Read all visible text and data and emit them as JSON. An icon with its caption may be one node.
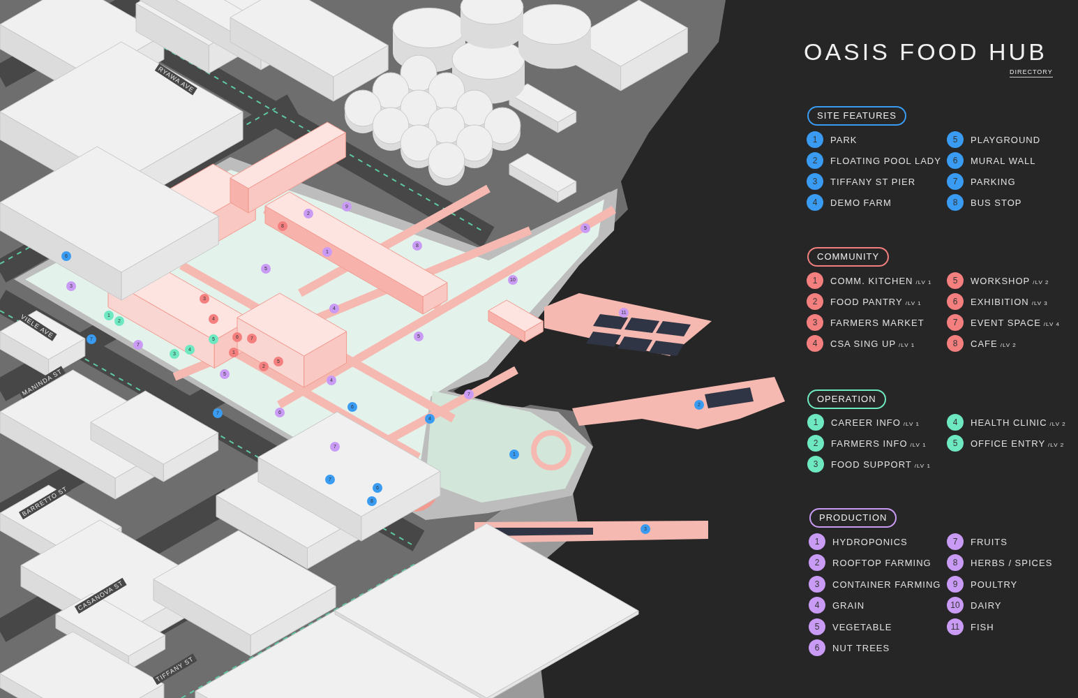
{
  "diagram": {
    "title": "OASIS FOOD HUB",
    "nodes": [
      {
        "text": [
          "9"
        ]
      },
      {
        "text": [
          "2"
        ]
      },
      {
        "text": [
          "8"
        ]
      },
      {
        "text": [
          "5"
        ]
      },
      {
        "text": [
          "8"
        ]
      },
      {
        "text": [
          "1"
        ]
      },
      {
        "text": [
          "6"
        ]
      },
      {
        "text": [
          "5"
        ]
      },
      {
        "text": [
          "10"
        ]
      },
      {
        "text": [
          "3"
        ]
      },
      {
        "text": [
          "3"
        ]
      },
      {
        "text": [
          "4"
        ]
      },
      {
        "text": [
          "11"
        ]
      },
      {
        "text": [
          "1"
        ]
      },
      {
        "text": [
          "4"
        ]
      },
      {
        "text": [
          "2"
        ]
      },
      {
        "text": [
          "5"
        ]
      },
      {
        "text": [
          "6"
        ]
      },
      {
        "text": [
          "7"
        ]
      },
      {
        "text": [
          "5"
        ]
      },
      {
        "text": [
          "7"
        ]
      },
      {
        "text": [
          "7"
        ]
      },
      {
        "text": [
          "4"
        ]
      },
      {
        "text": [
          "1"
        ]
      },
      {
        "text": [
          "3"
        ]
      },
      {
        "text": [
          "5"
        ]
      },
      {
        "text": [
          "2"
        ]
      },
      {
        "text": [
          "5"
        ]
      },
      {
        "text": [
          "4"
        ]
      },
      {
        "text": [
          "7"
        ]
      },
      {
        "text": [
          "2"
        ]
      },
      {
        "text": [
          "6"
        ]
      },
      {
        "text": [
          "6"
        ]
      },
      {
        "text": [
          "7"
        ]
      },
      {
        "text": [
          "4"
        ]
      },
      {
        "text": [
          "7"
        ]
      },
      {
        "text": [
          "1"
        ]
      },
      {
        "text": [
          "7"
        ]
      },
      {
        "text": [
          "6"
        ]
      },
      {
        "text": [
          "8"
        ]
      },
      {
        "text": [
          "3"
        ]
      },
      {
        "text": [
          "SITE FEATURES"
        ]
      },
      {
        "text": [
          "1"
        ],
        "beside": [
          "PARK"
        ]
      },
      {
        "text": [
          "2"
        ],
        "beside": [
          "FLOATING POOL LADY"
        ]
      },
      {
        "text": [
          "3"
        ],
        "beside": [
          "TIFFANY ST PIER"
        ]
      },
      {
        "text": [
          "4"
        ],
        "beside": [
          "DEMO FARM"
        ]
      },
      {
        "text": [
          "5"
        ],
        "beside": [
          "PLAYGROUND"
        ]
      },
      {
        "text": [
          "6"
        ],
        "beside": [
          "MURAL WALL"
        ]
      },
      {
        "text": [
          "7"
        ],
        "beside": [
          "PARKING"
        ]
      },
      {
        "text": [
          "8"
        ],
        "beside": [
          "BUS STOP"
        ]
      },
      {
        "text": [
          "COMMUNITY"
        ]
      },
      {
        "text": [
          "1"
        ],
        "beside": [
          "COMM. KITCHEN",
          "/LV 1"
        ]
      },
      {
        "text": [
          "2"
        ],
        "beside": [
          "FOOD PANTRY",
          "/LV 1"
        ]
      },
      {
        "text": [
          "3"
        ],
        "beside": [
          "FARMERS MARKET"
        ]
      },
      {
        "text": [
          "4"
        ],
        "beside": [
          "CSA SING UP",
          "/LV 1"
        ]
      },
      {
        "text": [
          "5"
        ],
        "beside": [
          "WORKSHOP",
          "/LV 2"
        ]
      },
      {
        "text": [
          "6"
        ],
        "beside": [
          "EXHIBITION",
          "/LV 3"
        ]
      },
      {
        "text": [
          "7"
        ],
        "beside": [
          "EVENT SPACE",
          "/LV 4"
        ]
      },
      {
        "text": [
          "8"
        ],
        "beside": [
          "CAFE",
          "/LV 2"
        ]
      },
      {
        "text": [
          "OPERATION"
        ]
      },
      {
        "text": [
          "1"
        ],
        "beside": [
          "CAREER INFO",
          "/LV 1"
        ]
      },
      {
        "text": [
          "2"
        ],
        "beside": [
          "FARMERS INFO",
          "/LV 1"
        ]
      },
      {
        "text": [
          "3"
        ],
        "beside": [
          "FOOD SUPPORT",
          "/LV 1"
        ]
      },
      {
        "text": [
          "4"
        ],
        "beside": [
          "HEALTH CLINIC",
          "/LV 2"
        ]
      },
      {
        "text": [
          "5"
        ],
        "beside": [
          "OFFICE ENTRY",
          "/LV 2"
        ]
      },
      {
        "text": [
          "PRODUCTION"
        ]
      },
      {
        "text": [
          "1"
        ],
        "beside": [
          "HYDROPONICS"
        ]
      },
      {
        "text": [
          "2"
        ],
        "beside": [
          "ROOFTOP FARMING"
        ]
      },
      {
        "text": [
          "3"
        ],
        "beside": [
          "CONTAINER FARMING"
        ]
      },
      {
        "text": [
          "4"
        ],
        "beside": [
          "GRAIN"
        ]
      },
      {
        "text": [
          "5"
        ],
        "beside": [
          "VEGETABLE"
        ]
      },
      {
        "text": [
          "6"
        ],
        "beside": [
          "NUT TREES"
        ]
      },
      {
        "text": [
          "7"
        ],
        "beside": [
          "FRUITS"
        ]
      },
      {
        "text": [
          "8"
        ],
        "beside": [
          "HERBS / SPICES"
        ]
      },
      {
        "text": [
          "9"
        ],
        "beside": [
          "POULTRY"
        ]
      },
      {
        "text": [
          "10"
        ],
        "beside": [
          "DAIRY"
        ]
      },
      {
        "text": [
          "11"
        ],
        "beside": [
          "FISH"
        ]
      }
    ],
    "labels": [
      "DIRECTORY",
      "RYAWA AVE",
      "VIELE AVE",
      "MANINDA ST",
      "BARRETTO ST",
      "CASANOVA ST",
      "TIFFANY ST"
    ]
  }
}
